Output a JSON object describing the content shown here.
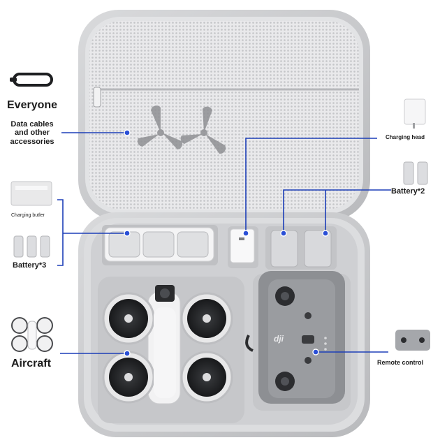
{
  "labels": {
    "everyone": "Everyone",
    "data_cables": "Data cables and other accessories",
    "charging_head": "Charging head",
    "battery_2": "Battery*2",
    "charging_butler": "Charging butler",
    "battery_3": "Battery*3",
    "aircraft": "Aircraft",
    "remote_control": "Remote control"
  },
  "branding": {
    "remote_logo": "dji"
  },
  "colors": {
    "case_shell": "#c9cacc",
    "case_lining": "#e4e5e7",
    "mesh": "#d3d4d6",
    "callout_line": "#1d3fb8",
    "callout_dot": "#2a4fd6",
    "remote_body": "#8d8f93"
  }
}
